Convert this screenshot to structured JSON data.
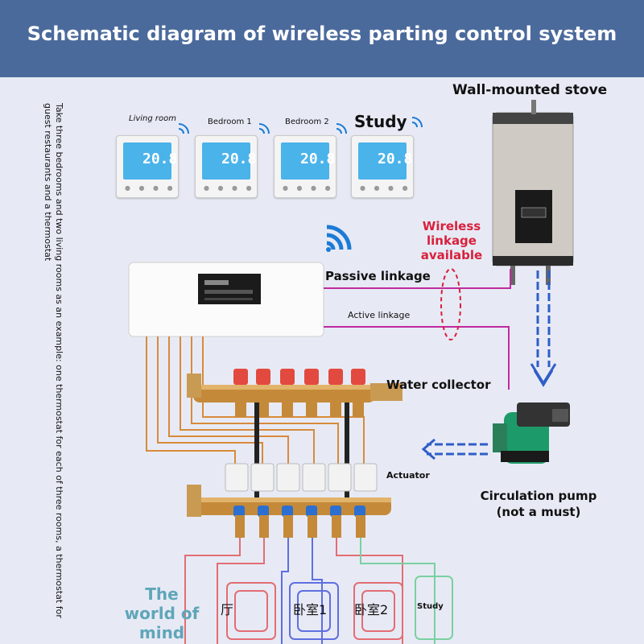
{
  "header": {
    "title": "Schematic diagram of wireless parting control system"
  },
  "side_note": "Take three bedrooms and two living rooms as an example: one thermostat for each of three rooms, a thermostat for guest restaurants and a thermostat",
  "thermostats": [
    {
      "label": "Living room",
      "reading": "20.8"
    },
    {
      "label": "Bedroom 1",
      "reading": "20.8"
    },
    {
      "label": "Bedroom 2",
      "reading": "20.8"
    },
    {
      "label": "Study",
      "reading": "20.8"
    }
  ],
  "stove": {
    "label": "Wall-mounted stove"
  },
  "wireless": {
    "label": "Wireless linkage available",
    "color": "#d8203c"
  },
  "linkage": {
    "passive": "Passive linkage",
    "active": "Active linkage",
    "color": "#c02a9e"
  },
  "water_collector": {
    "label": "Water collector"
  },
  "actuator": {
    "label": "Actuator"
  },
  "pump": {
    "label": "Circulation pump (not a must)"
  },
  "watermark": {
    "text": "The world of mind",
    "color": "#5fa6b8"
  },
  "floor_loops": [
    {
      "label": "厅"
    },
    {
      "label": "卧室1"
    },
    {
      "label": "卧室2"
    },
    {
      "label": "Study"
    }
  ],
  "colors": {
    "wifi": "#1c7bd6",
    "water_flow": "#2f5ec8",
    "wire": "#d88a3a"
  }
}
